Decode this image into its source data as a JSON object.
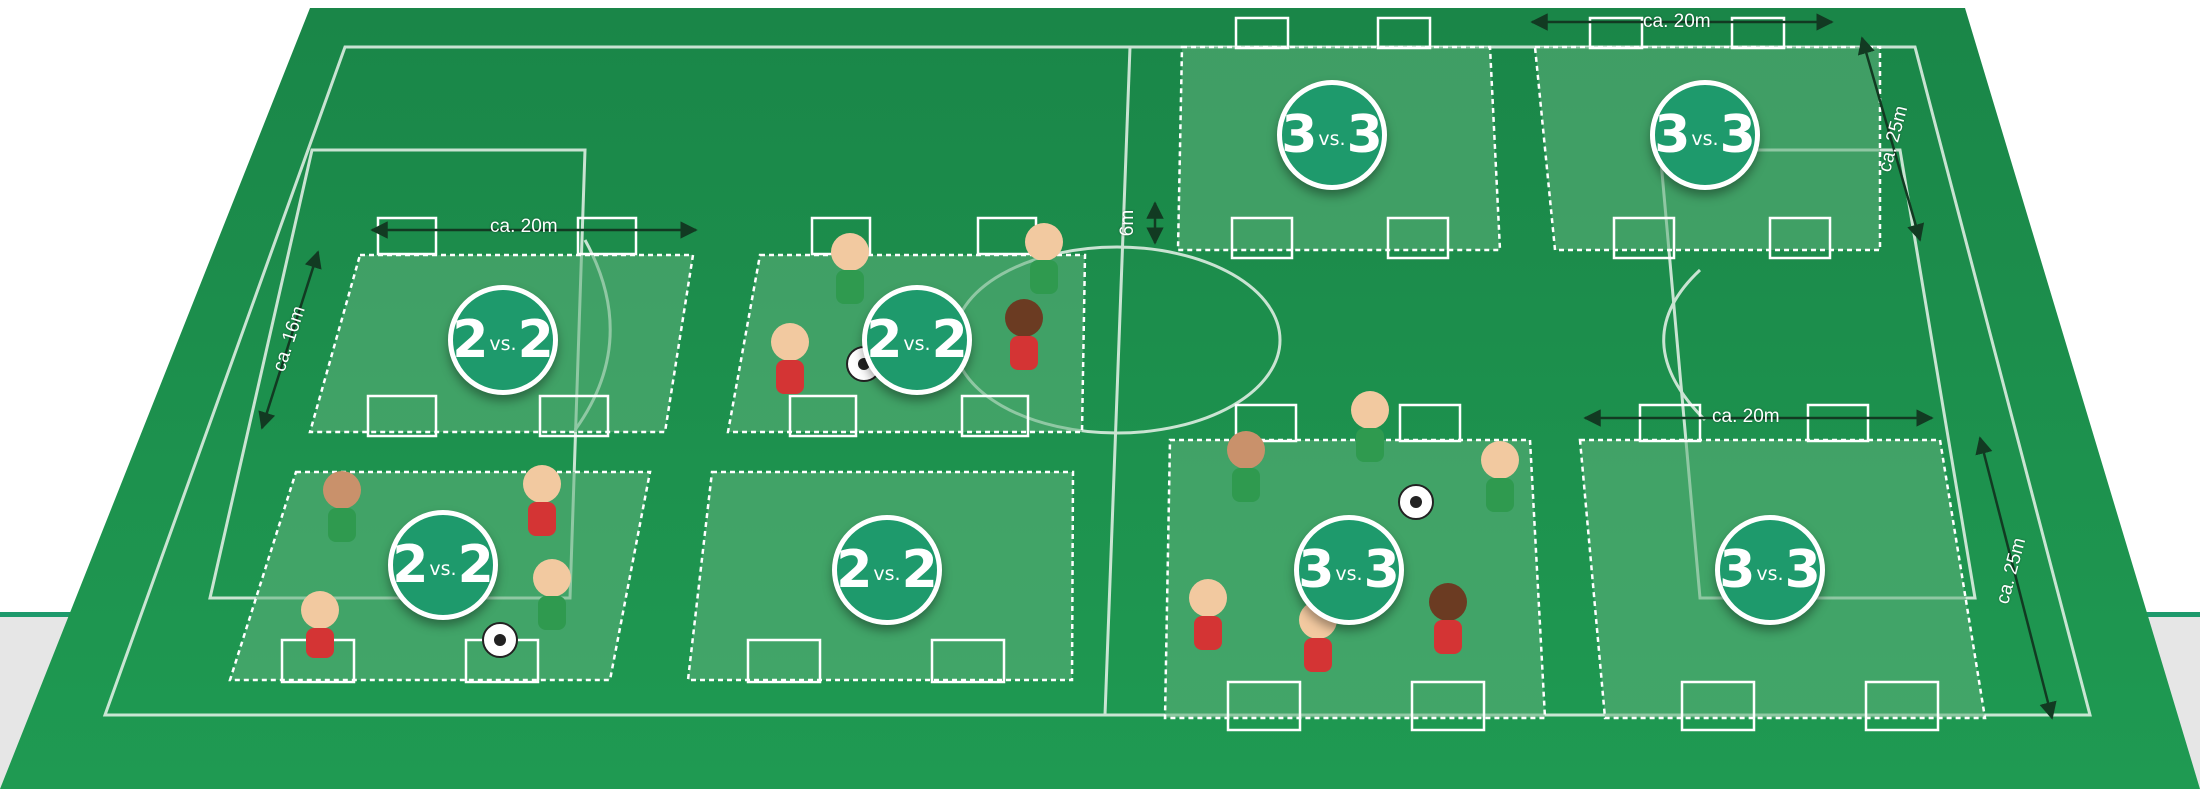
{
  "colors": {
    "turf": "#1f8f4f",
    "turf_dark": "#177a41",
    "zone": "#5fb07c",
    "badge": "#1e9a6c",
    "line": "#e8f3ea",
    "arrow": "#123a22"
  },
  "fields": [
    {
      "home": "2",
      "vs": "vs.",
      "away": "2"
    },
    {
      "home": "2",
      "vs": "vs.",
      "away": "2"
    },
    {
      "home": "2",
      "vs": "vs.",
      "away": "2"
    },
    {
      "home": "2",
      "vs": "vs.",
      "away": "2"
    },
    {
      "home": "3",
      "vs": "vs.",
      "away": "3"
    },
    {
      "home": "3",
      "vs": "vs.",
      "away": "3"
    },
    {
      "home": "3",
      "vs": "vs.",
      "away": "3"
    },
    {
      "home": "3",
      "vs": "vs.",
      "away": "3"
    }
  ],
  "dimensions": {
    "width_2v2": "ca. 20m",
    "length_2v2": "ca. 16m",
    "width_3v3_top": "ca. 20m",
    "length_3v3_top": "ca. 25m",
    "gap": "6m",
    "width_3v3_bottom": "ca. 20m",
    "length_3v3_bottom": "ca. 25m"
  },
  "icons": [
    "player-icon",
    "ball-icon",
    "goal-icon"
  ]
}
